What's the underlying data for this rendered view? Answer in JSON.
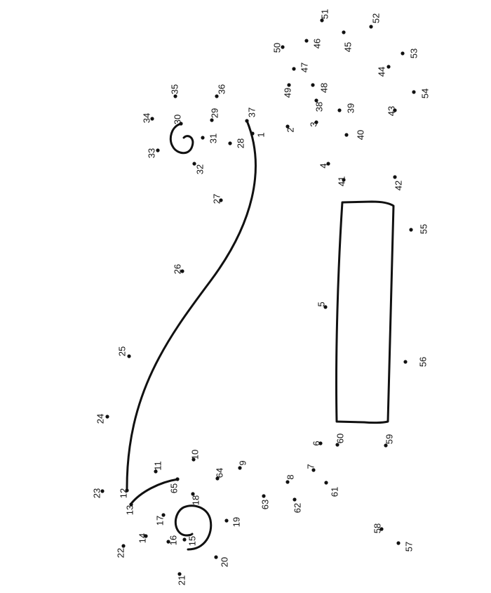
{
  "puzzle": {
    "dot_labels": [
      "1",
      "2",
      "3",
      "4",
      "5",
      "6",
      "7",
      "8",
      "9",
      "10",
      "11",
      "12",
      "13",
      "14",
      "15",
      "16",
      "17",
      "18",
      "19",
      "20",
      "21",
      "22",
      "23",
      "24",
      "25",
      "26",
      "27",
      "28",
      "29",
      "30",
      "31",
      "32",
      "33",
      "34",
      "35",
      "36",
      "37",
      "38",
      "39",
      "40",
      "41",
      "42",
      "43",
      "44",
      "45",
      "46",
      "47",
      "48",
      "49",
      "50",
      "51",
      "52",
      "53",
      "54",
      "55",
      "56",
      "57",
      "58",
      "59",
      "60",
      "61",
      "62",
      "63",
      "64",
      "65"
    ]
  }
}
